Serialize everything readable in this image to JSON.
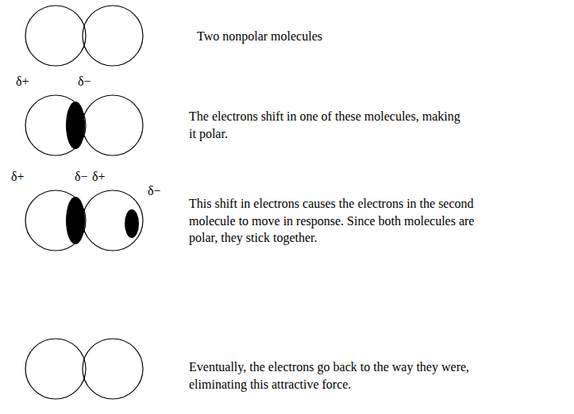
{
  "diagram": {
    "labels": [
      "Two nonpolar molecules",
      "δ+",
      "δ−",
      "The electrons shift in one of these molecules, making it polar.",
      "δ+",
      "δ−",
      "δ+",
      "δ−",
      "This shift in electrons causes the electrons in the second molecule to move in response.  Since both molecules are polar, they stick together.",
      "Eventually, the electrons go back to the way they were, eliminating this attractive force."
    ]
  }
}
